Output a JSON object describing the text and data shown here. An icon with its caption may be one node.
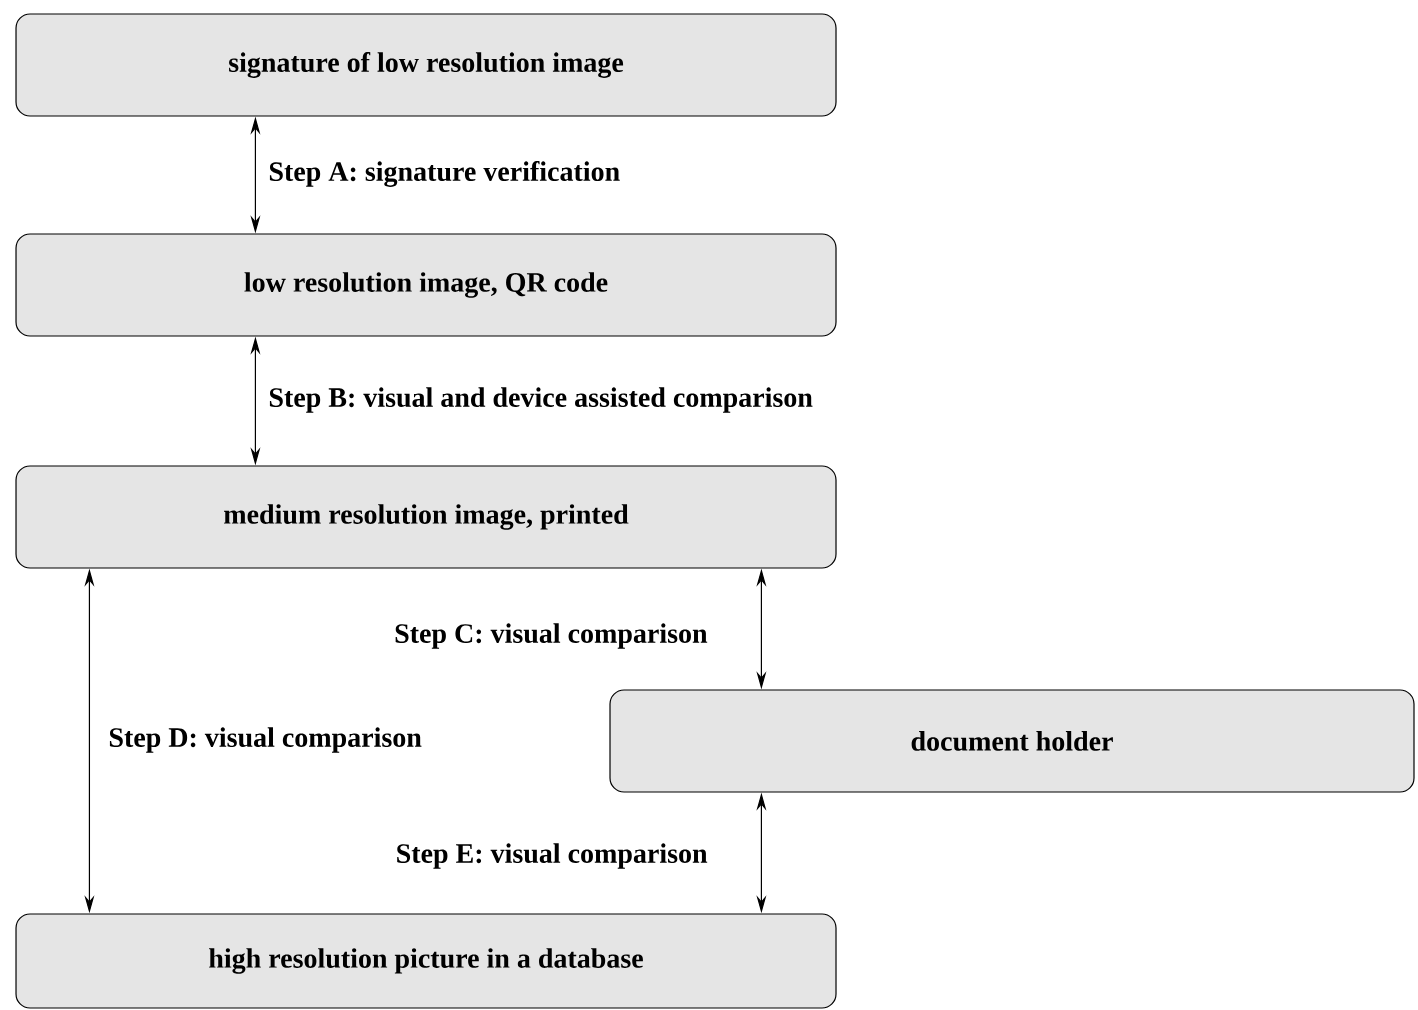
{
  "diagram": {
    "nodes": [
      {
        "text": [
          "signature of low resolution image"
        ]
      },
      {
        "text": [
          "low resolution image, QR code"
        ]
      },
      {
        "text": [
          "medium resolution image, printed"
        ]
      },
      {
        "text": [
          "document holder"
        ]
      },
      {
        "text": [
          "high resolution picture in a database"
        ]
      }
    ],
    "edges": [
      {
        "from": 0,
        "to": 1,
        "arrow": "both",
        "label": "Step A: signature verification"
      },
      {
        "from": 1,
        "to": 2,
        "arrow": "both",
        "label": "Step B: visual and device assisted  comparison"
      },
      {
        "from": 2,
        "to": 3,
        "arrow": "both",
        "label": "Step C: visual comparison"
      },
      {
        "from": 2,
        "to": 4,
        "arrow": "both",
        "label": "Step D: visual comparison"
      },
      {
        "from": 3,
        "to": 4,
        "arrow": "both",
        "label": "Step E: visual comparison"
      }
    ]
  }
}
